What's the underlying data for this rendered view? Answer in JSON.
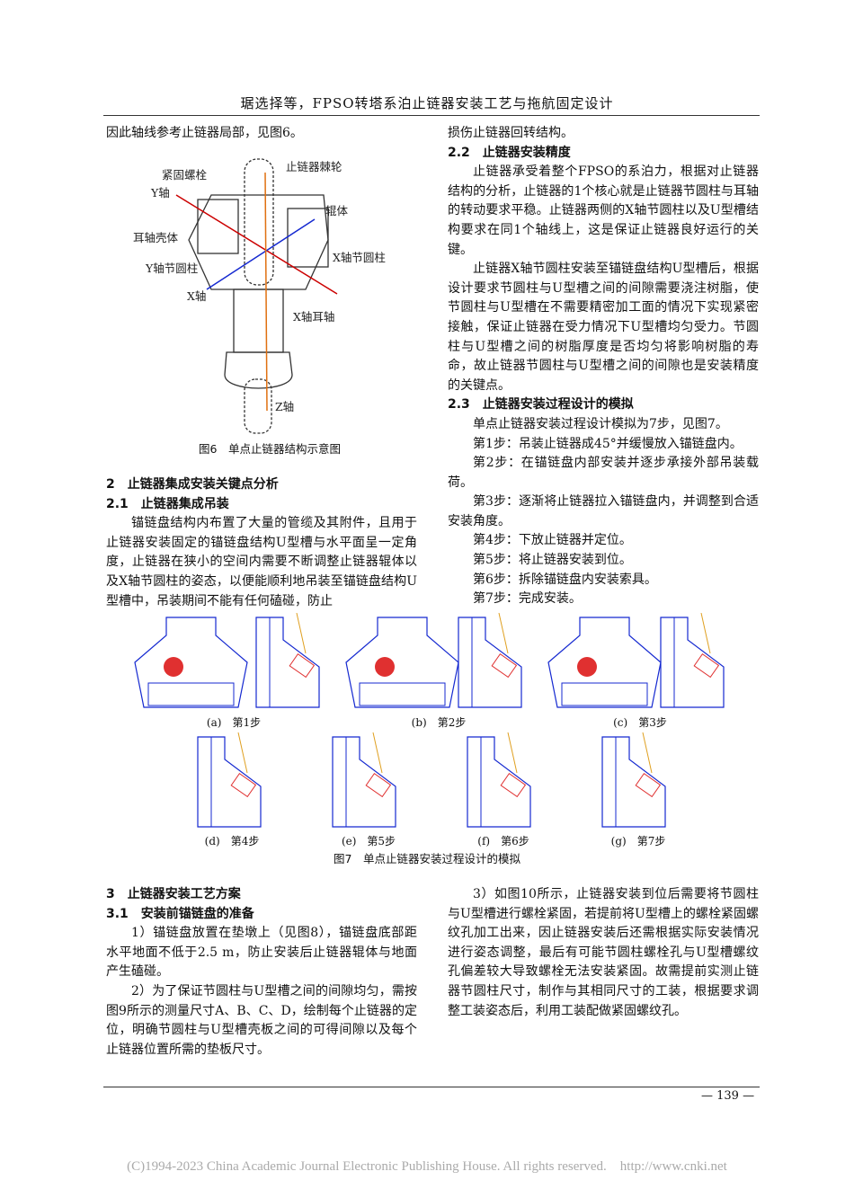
{
  "header": "琚选择等，FPSO转塔系泊止链器安装工艺与拖航固定设计",
  "left_top": [
    "因此轴线参考止链器局部，见图6。"
  ],
  "fig6": {
    "labels": [
      "紧固螺栓",
      "止链器棘轮",
      "Y轴",
      "辊体",
      "耳轴壳体",
      "X轴节圆柱",
      "Y轴节圆柱",
      "X轴",
      "X轴耳轴",
      "Z轴"
    ],
    "caption": "图6　单点止链器结构示意图"
  },
  "sec2": {
    "title": "2　止链器集成安装关键点分析",
    "s21": "2.1　止链器集成吊装",
    "p1": "锚链盘结构内布置了大量的管缆及其附件，且用于止链器安装固定的锚链盘结构U型槽与水平面呈一定角度，止链器在狭小的空间内需要不断调整止链器辊体以及X轴节圆柱的姿态，以便能顺利地吊装至锚链盘结构U型槽中，吊装期间不能有任何磕碰，防止"
  },
  "right_top": {
    "p0": "损伤止链器回转结构。",
    "s22": "2.2　止链器安装精度",
    "p1": "止链器承受着整个FPSO的系泊力，根据对止链器结构的分析，止链器的1个核心就是止链器节圆柱与耳轴的转动要求平稳。止链器两侧的X轴节圆柱以及U型槽结构要求在同1个轴线上，这是保证止链器良好运行的关键。",
    "p2": "止链器X轴节圆柱安装至锚链盘结构U型槽后，根据设计要求节圆柱与U型槽之间的间隙需要浇注树脂，使节圆柱与U型槽在不需要精密加工面的情况下实现紧密接触，保证止链器在受力情况下U型槽均匀受力。节圆柱与U型槽之间的树脂厚度是否均匀将影响树脂的寿命，故止链器节圆柱与U型槽之间的间隙也是安装精度的关键点。",
    "s23": "2.3　止链器安装过程设计的模拟",
    "steps": [
      "单点止链器安装过程设计模拟为7步，见图7。",
      "第1步：吊装止链器成45°并缓慢放入锚链盘内。",
      "第2步：在锚链盘内部安装并逐步承接外部吊装载荷。",
      "第3步：逐渐将止链器拉入锚链盘内，并调整到合适安装角度。",
      "第4步：下放止链器并定位。",
      "第5步：将止链器安装到位。",
      "第6步：拆除锚链盘内安装索具。",
      "第7步：完成安装。"
    ]
  },
  "fig7": {
    "subs": [
      "(a)　第1步",
      "(b)　第2步",
      "(c)　第3步",
      "(d)　第4步",
      "(e)　第5步",
      "(f)　第6步",
      "(g)　第7步"
    ],
    "caption": "图7　单点止链器安装过程设计的模拟"
  },
  "sec3": {
    "title": "3　止链器安装工艺方案",
    "s31": "3.1　安装前锚链盘的准备",
    "p1": "1）锚链盘放置在垫墩上（见图8），锚链盘底部距水平地面不低于2.5 m，防止安装后止链器辊体与地面产生磕碰。",
    "p2": "2）为了保证节圆柱与U型槽之间的间隙均匀，需按图9所示的测量尺寸A、B、C、D，绘制每个止链器的定位，明确节圆柱与U型槽壳板之间的可得间隙以及每个止链器位置所需的垫板尺寸。",
    "p3": "3）如图10所示，止链器安装到位后需要将节圆柱与U型槽进行螺栓紧固，若提前将U型槽上的螺栓紧固螺纹孔加工出来，因止链器安装后还需根据实际安装情况进行姿态调整，最后有可能节圆柱螺栓孔与U型槽螺纹孔偏差较大导致螺栓无法安装紧固。故需提前实测止链器节圆柱尺寸，制作与其相同尺寸的工装，根据要求调整工装姿态后，利用工装配做紧固螺纹孔。"
  },
  "footer": {
    "page": "— 139 —",
    "copyright": "(C)1994-2023 China Academic Journal Electronic Publishing House. All rights reserved.　http://www.cnki.net"
  }
}
